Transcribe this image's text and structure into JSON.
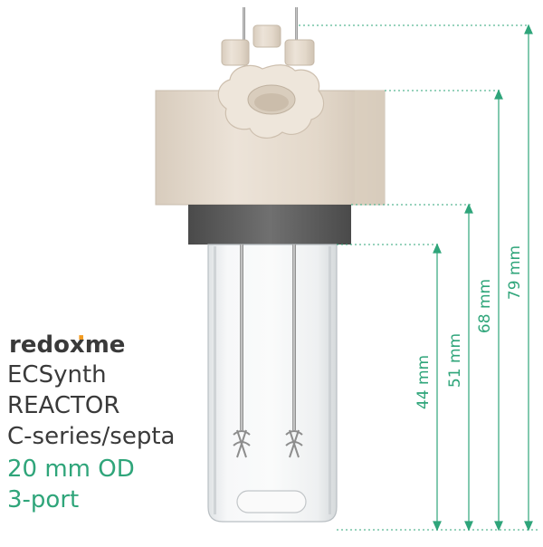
{
  "brand": {
    "name_pre": "redox",
    "name_dot": "̇",
    "name_post": "me",
    "text": "redoxme"
  },
  "product": {
    "lines": [
      "ECSynth",
      "REACTOR",
      "C-series/septa"
    ],
    "spec_lines": [
      "20 mm OD",
      "3-port"
    ]
  },
  "dimensions": [
    "44 mm",
    "51 mm",
    "68 mm",
    "79 mm"
  ],
  "colors": {
    "accent": "#2fa57a",
    "text_dark": "#3a3a3a",
    "brand_dot": "#f29a1f",
    "cap": "#e8ddd0",
    "seal": "#5e5e5e",
    "glass": "#f3f5f6"
  }
}
